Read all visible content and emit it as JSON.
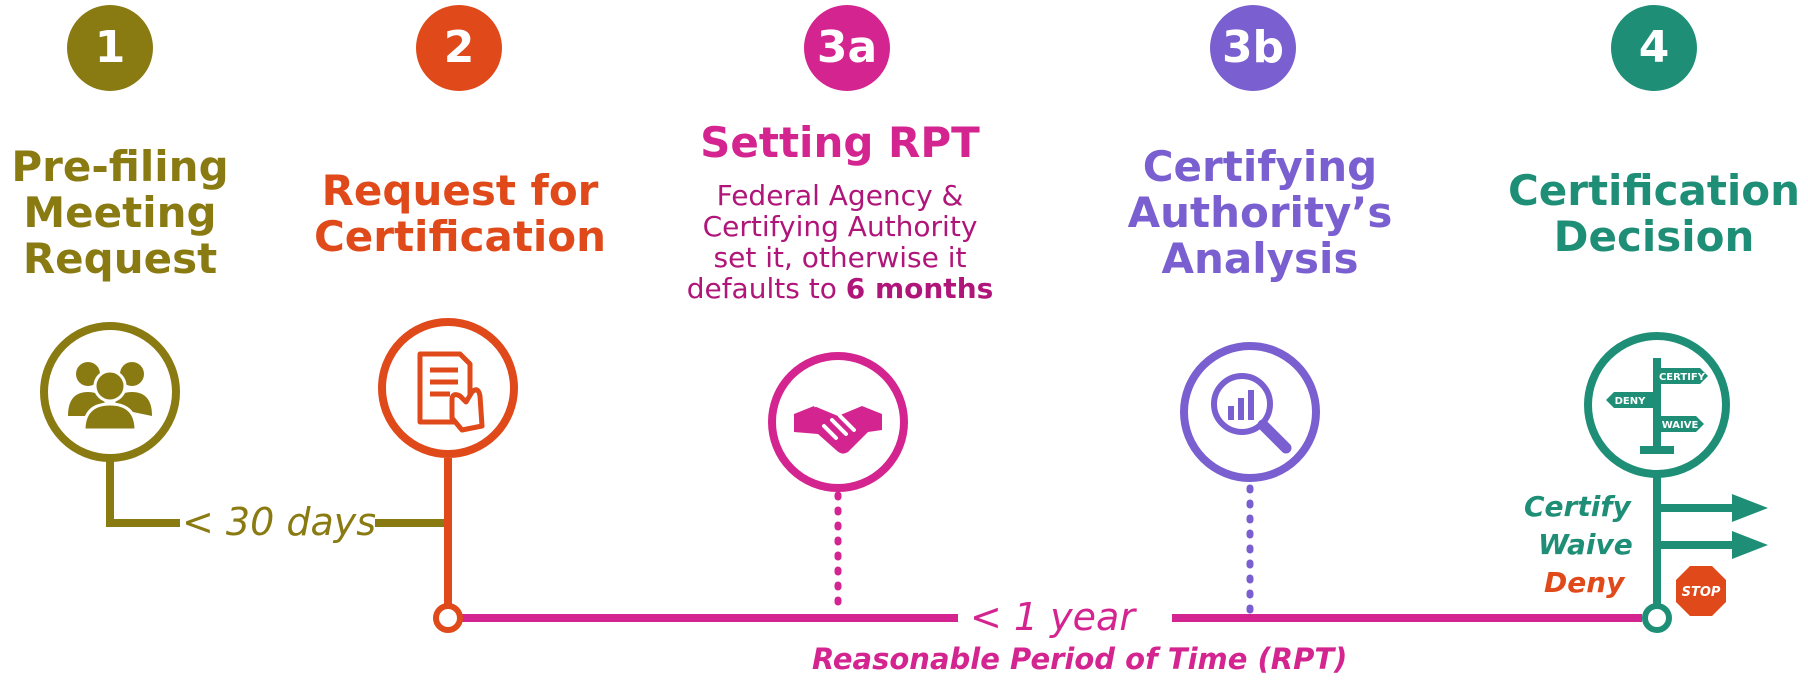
{
  "colors": {
    "step1": "#8a7a12",
    "step2": "#e0491a",
    "step3a": "#d4248f",
    "step3b": "#7a5fd0",
    "step4": "#1e8f76"
  },
  "steps": [
    {
      "badge": "1",
      "title_lines": [
        "Pre-filing",
        "Meeting",
        "Request"
      ],
      "icon": "people-group-icon"
    },
    {
      "badge": "2",
      "title_lines": [
        "Request for",
        "Certification"
      ],
      "icon": "document-hand-icon"
    },
    {
      "badge": "3a",
      "title_lines": [
        "Setting RPT"
      ],
      "desc_lines": [
        "Federal Agency &",
        "Certifying Authority",
        "set it, otherwise it"
      ],
      "desc_last_prefix": "defaults to ",
      "desc_last_bold": "6 months",
      "icon": "handshake-icon"
    },
    {
      "badge": "3b",
      "title_lines": [
        "Certifying",
        "Authority’s",
        "Analysis"
      ],
      "icon": "magnifier-chart-icon"
    },
    {
      "badge": "4",
      "title_lines": [
        "Certification",
        "Decision"
      ],
      "icon": "signpost-icon",
      "signs": [
        "CERTIFY",
        "DENY",
        "WAIVE"
      ]
    }
  ],
  "timeline": {
    "short_label": "< 30 days",
    "long_label": "< 1 year",
    "rpt_label": "Reasonable Period of Time (RPT)"
  },
  "outcomes": [
    "Certify",
    "Waive",
    "Deny"
  ],
  "stop_sign": "STOP"
}
